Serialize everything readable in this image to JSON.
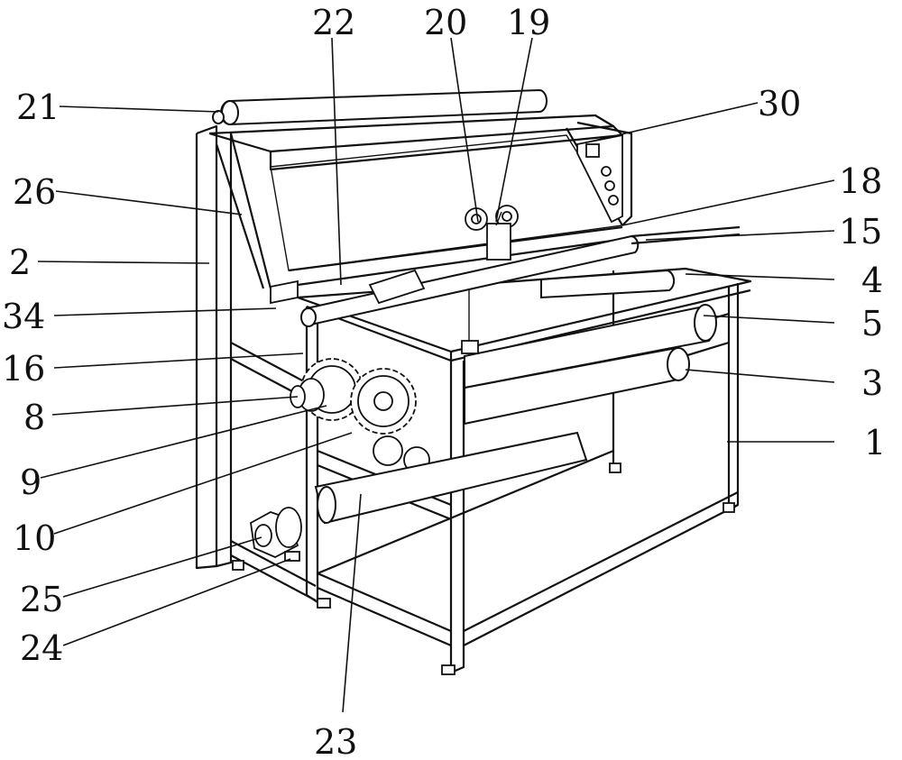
{
  "labels": {
    "l1": "1",
    "l2": "2",
    "l3": "3",
    "l4": "4",
    "l5": "5",
    "l8": "8",
    "l9": "9",
    "l10": "10",
    "l15": "15",
    "l16": "16",
    "l18": "18",
    "l19": "19",
    "l20": "20",
    "l21": "21",
    "l22": "22",
    "l23": "23",
    "l24": "24",
    "l25": "25",
    "l26": "26",
    "l30": "30",
    "l34": "34"
  }
}
